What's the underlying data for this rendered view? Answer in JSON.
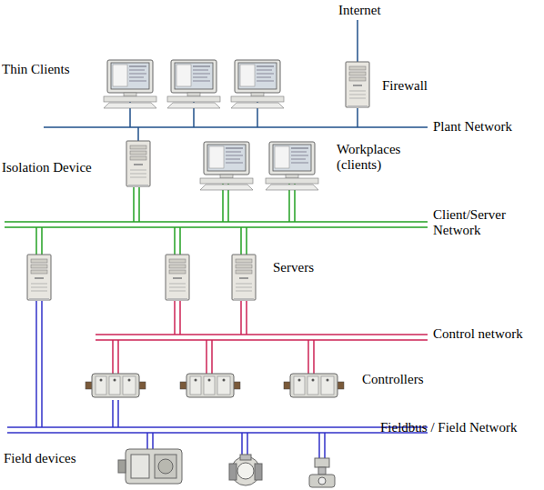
{
  "diagram": {
    "labels": [
      "Internet",
      "Thin Clients",
      "Firewall",
      "Plant Network",
      "Isolation Device",
      "Workplaces (clients)",
      "Client/Server Network",
      "Servers",
      "Control network",
      "Controllers",
      "Fieldbus / Field Network",
      "Field devices"
    ]
  }
}
